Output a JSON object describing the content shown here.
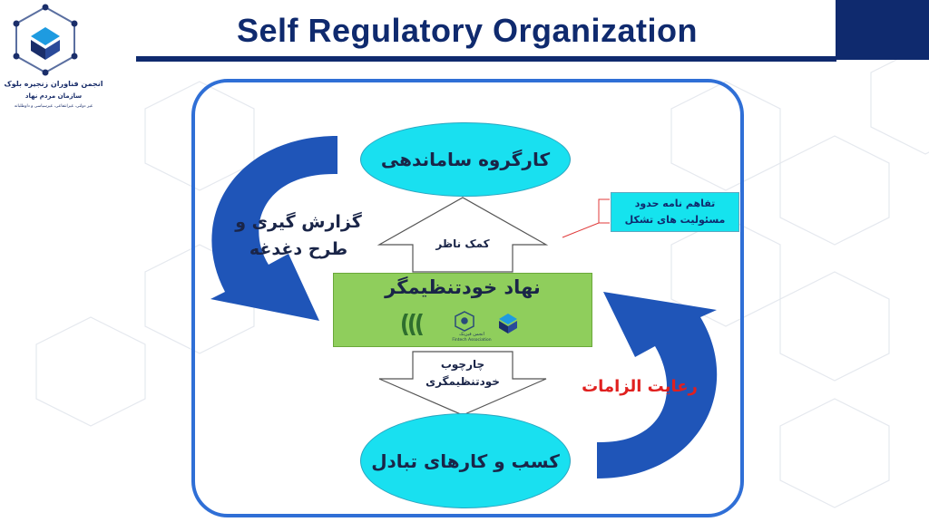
{
  "title": "Self Regulatory Organization",
  "logo": {
    "line1": "انجمن فناوران زنجیره بلوک",
    "line2": "سازمان مردم نهاد",
    "line3": "غیر دولتی، غیرانتفاعی، غیرسیاسی و داوطلبانه"
  },
  "diagram": {
    "top_node": "کارگروه ساماندهی",
    "center_node": "نهاد خودتنظیمگر",
    "bottom_node": "کسب و کارهای تبادل",
    "left_arrow_label_line1": "گزارش گیری و",
    "left_arrow_label_line2": "طرح دغدغه",
    "right_arrow_label": "رعایت الزامات",
    "up_arrow_label": "کمک ناظر",
    "down_arrow_label_line1": "چارچوب",
    "down_arrow_label_line2": "خودتنظیمگری",
    "note_line1": "تفاهم نامه حدود",
    "note_line2": "مسئولیت های تشکل"
  },
  "partner_logos": {
    "fintech_name": "انجمن فین‌تک",
    "fintech_en": "Fintech Association"
  },
  "colors": {
    "navy": "#0f2a6e",
    "frame_blue": "#2f6fd6",
    "cyan": "#19e0f0",
    "green": "#8fce5c",
    "curved_arrow": "#1f55b8",
    "red_text": "#e0201f"
  }
}
